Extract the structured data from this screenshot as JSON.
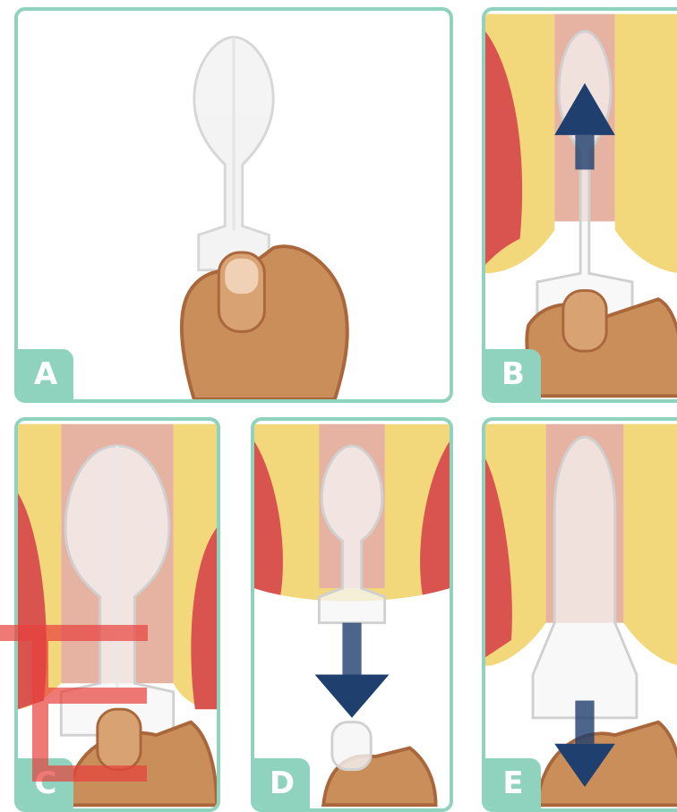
{
  "colors": {
    "border": "#8fd3bf",
    "skin": "#c98e5a",
    "fat": "#f3d77b",
    "muscle": "#d9534f",
    "canal": "#e6b3a3",
    "arrow": "#1f3f6e",
    "highlight": "#e8413c"
  },
  "panels": [
    {
      "label": "A",
      "arrow": "none"
    },
    {
      "label": "B",
      "arrow": "up"
    },
    {
      "label": "C",
      "arrow": "none"
    },
    {
      "label": "D",
      "arrow": "down"
    },
    {
      "label": "E",
      "arrow": "down"
    }
  ]
}
